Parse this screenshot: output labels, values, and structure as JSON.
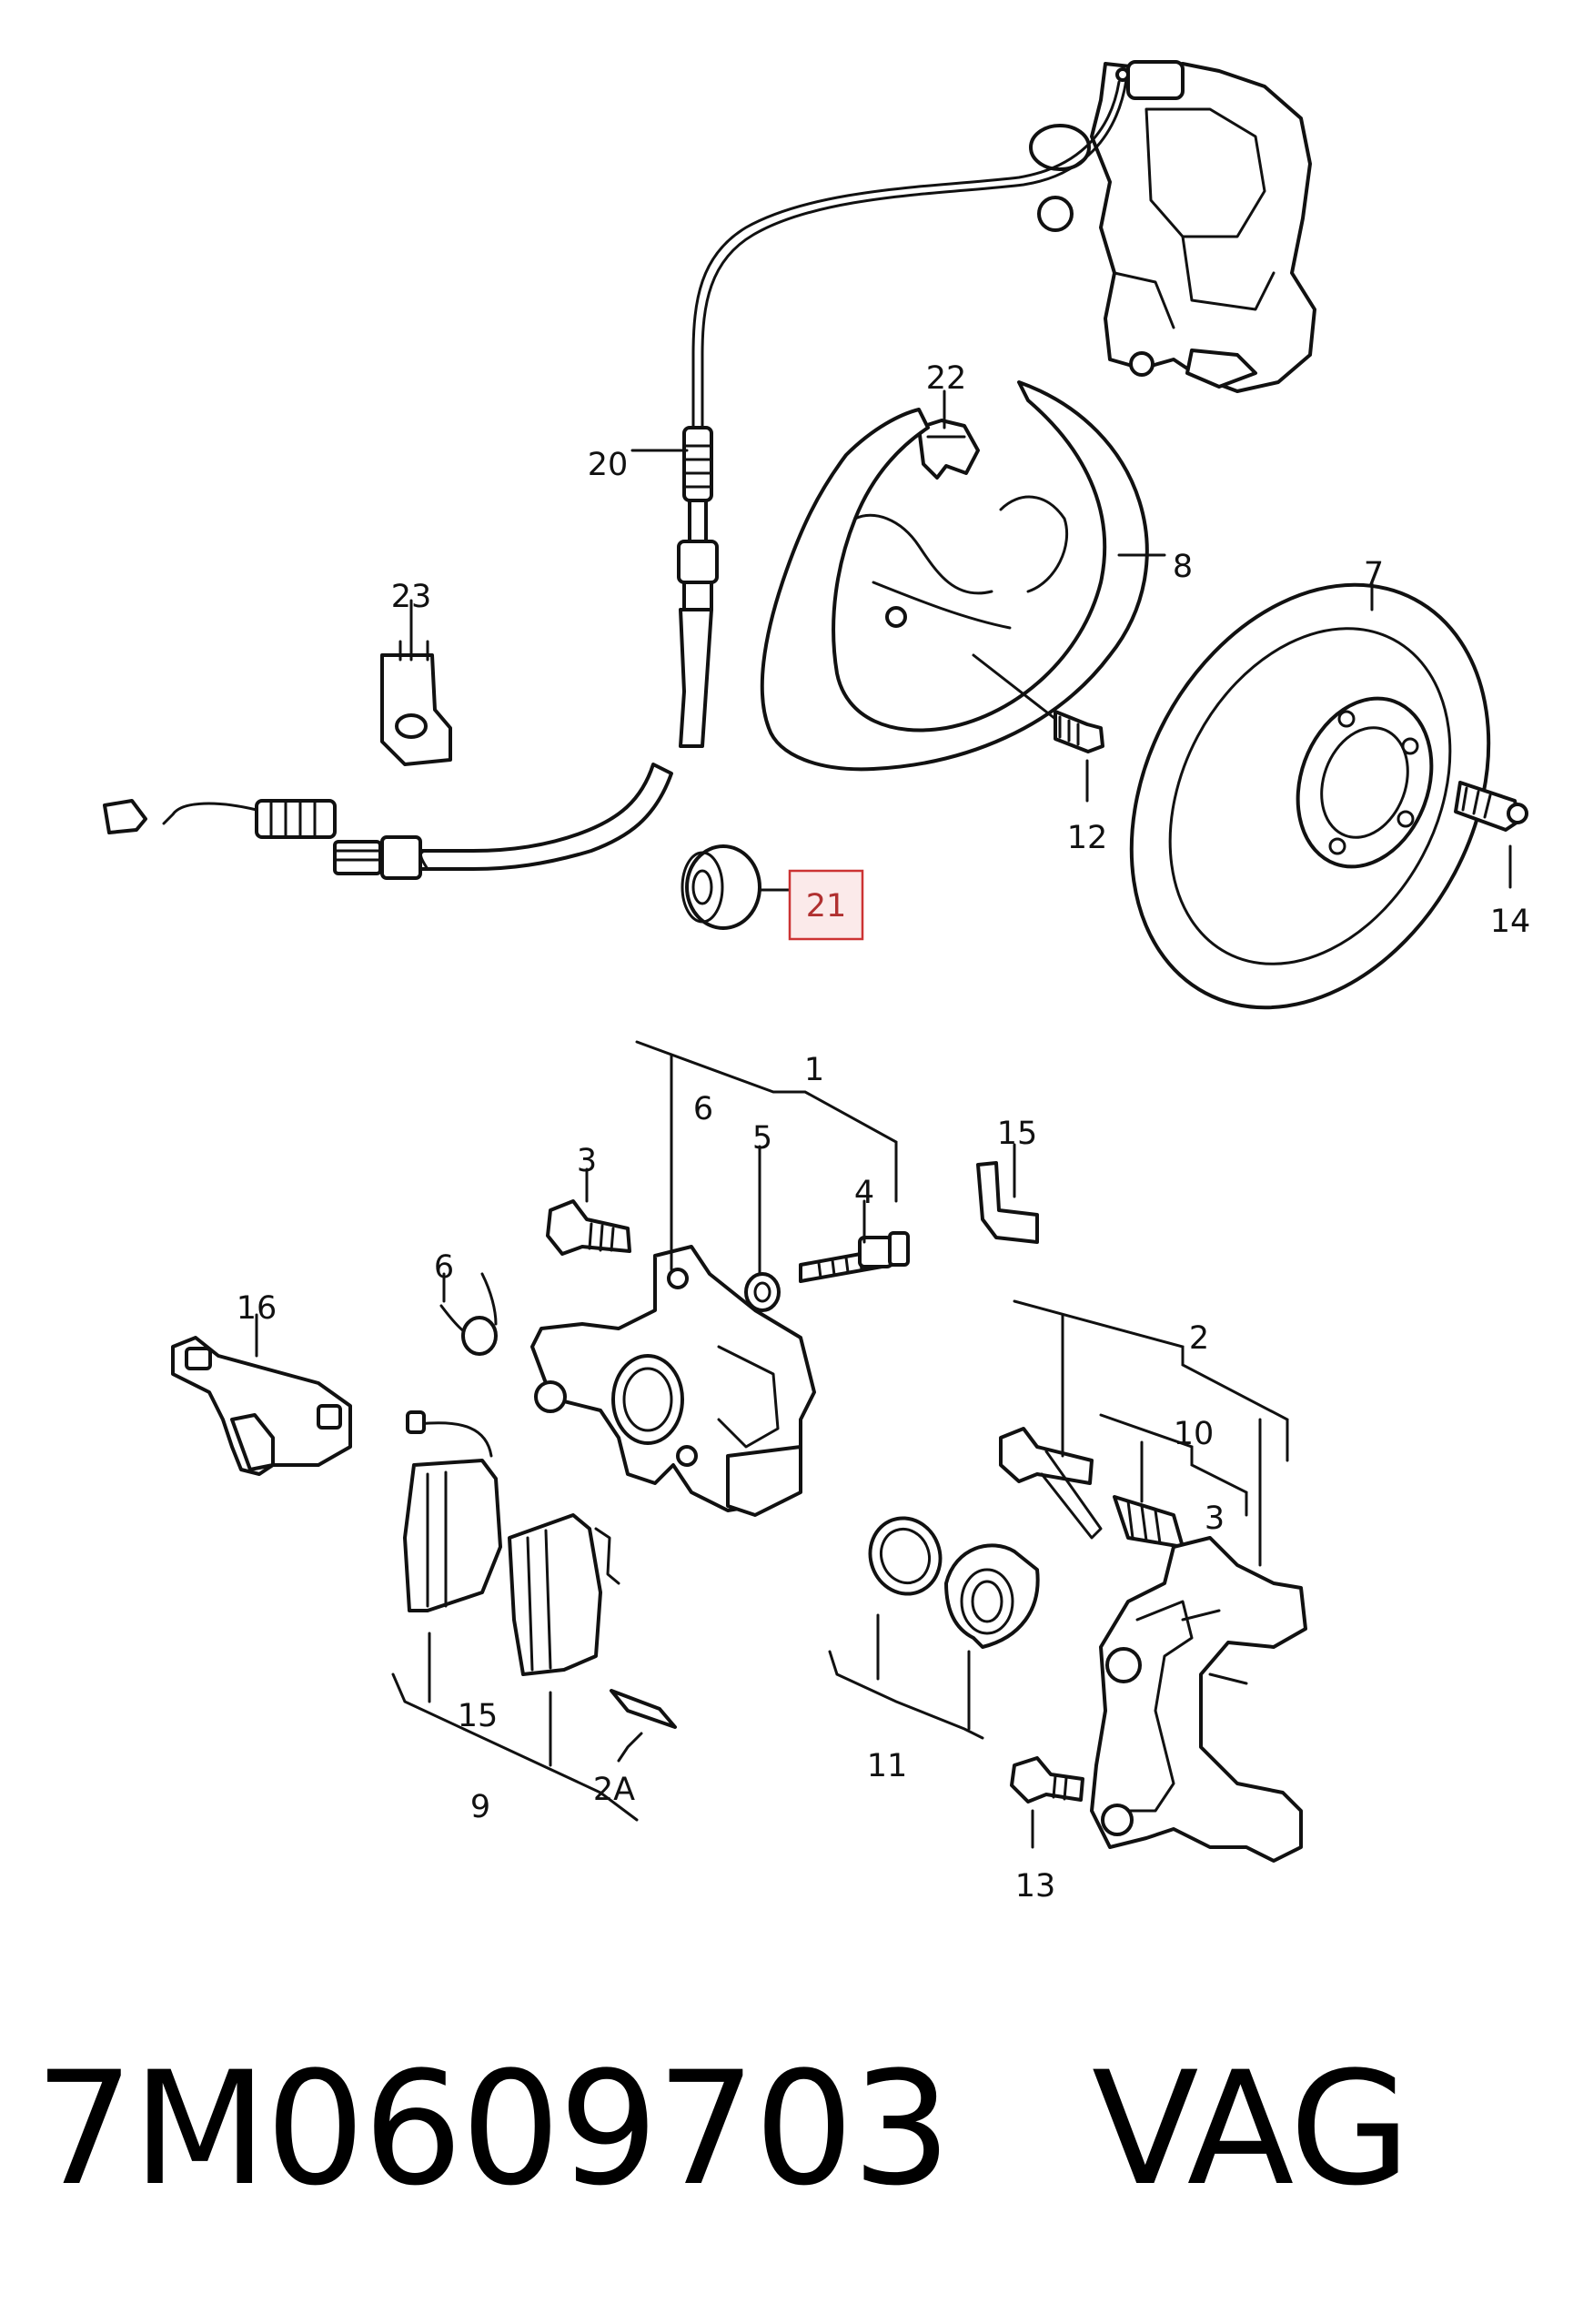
{
  "callouts": [
    {
      "label": "22",
      "highlighted": false
    },
    {
      "label": "20",
      "highlighted": false
    },
    {
      "label": "8",
      "highlighted": false
    },
    {
      "label": "7",
      "highlighted": false
    },
    {
      "label": "23",
      "highlighted": false
    },
    {
      "label": "12",
      "highlighted": false
    },
    {
      "label": "14",
      "highlighted": false
    },
    {
      "label": "21",
      "highlighted": true
    },
    {
      "label": "1",
      "highlighted": false
    },
    {
      "label": "6",
      "highlighted": false
    },
    {
      "label": "5",
      "highlighted": false
    },
    {
      "label": "3",
      "highlighted": false
    },
    {
      "label": "4",
      "highlighted": false
    },
    {
      "label": "15",
      "highlighted": false
    },
    {
      "label": "6",
      "highlighted": false
    },
    {
      "label": "16",
      "highlighted": false
    },
    {
      "label": "2",
      "highlighted": false
    },
    {
      "label": "10",
      "highlighted": false
    },
    {
      "label": "3",
      "highlighted": false
    },
    {
      "label": "15",
      "highlighted": false
    },
    {
      "label": "2A",
      "highlighted": false
    },
    {
      "label": "9",
      "highlighted": false
    },
    {
      "label": "11",
      "highlighted": false
    },
    {
      "label": "13",
      "highlighted": false
    }
  ],
  "footer": {
    "part_number": "7M0609703",
    "brand": "VAG"
  },
  "colors": {
    "line": "#111111",
    "highlight_border": "#cc3333",
    "highlight_fill": "#fbeaea"
  }
}
